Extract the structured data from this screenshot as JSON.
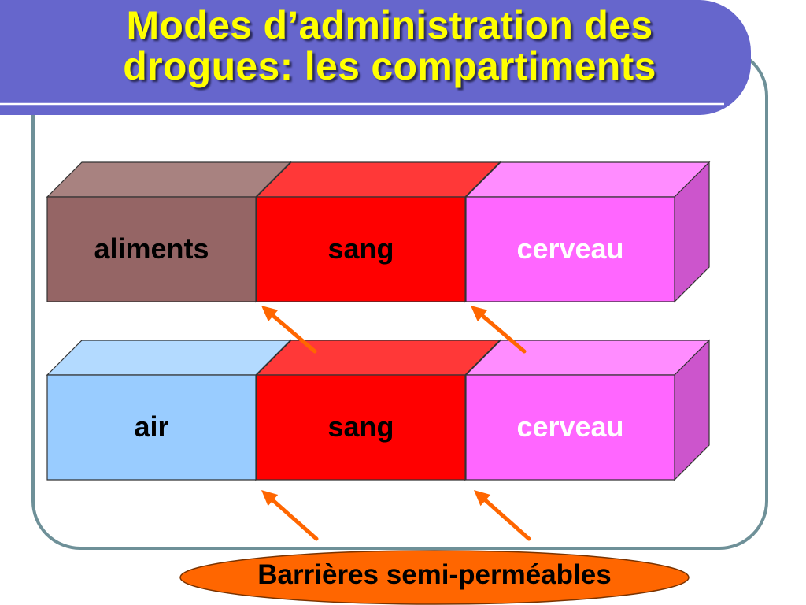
{
  "title": {
    "line1": "Modes d’administration des",
    "line2": "drogues: les compartiments"
  },
  "rows": [
    {
      "boxes": [
        {
          "label": "aliments",
          "front": "#956565",
          "top": "#a88280",
          "side": "#7d5252",
          "text": "#000000"
        },
        {
          "label": "sang",
          "front": "#ff0000",
          "top": "#ff3838",
          "side": "#cc0000",
          "text": "#000000"
        },
        {
          "label": "cerveau",
          "front": "#ff66ff",
          "top": "#ff8cff",
          "side": "#cc55cc",
          "text": "#ffffff"
        }
      ]
    },
    {
      "boxes": [
        {
          "label": "air",
          "front": "#99ccff",
          "top": "#b3daff",
          "side": "#7aa9d6",
          "text": "#000000"
        },
        {
          "label": "sang",
          "front": "#ff0000",
          "top": "#ff3838",
          "side": "#cc0000",
          "text": "#000000"
        },
        {
          "label": "cerveau",
          "front": "#ff66ff",
          "top": "#ff8cff",
          "side": "#cc55cc",
          "text": "#ffffff"
        }
      ]
    }
  ],
  "barrier": {
    "label": "Barrières semi-perméables",
    "fill": "#ff6600"
  },
  "colors": {
    "title_band": "#6666cc",
    "frame": "#6e9098",
    "arrow": "#ff6600",
    "title_text": "#ffff00"
  }
}
